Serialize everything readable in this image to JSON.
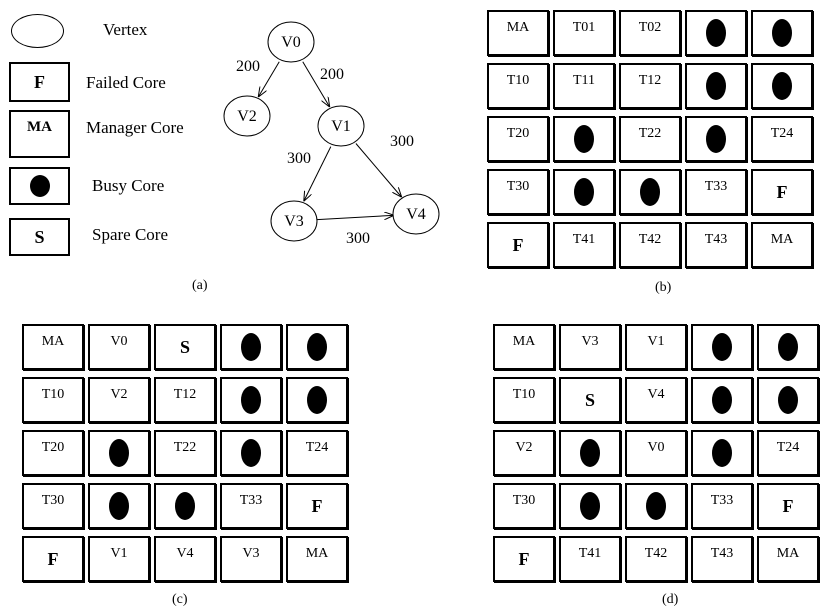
{
  "legend": [
    {
      "key": "vertex",
      "symbol": "",
      "label": "Vertex"
    },
    {
      "key": "failed",
      "symbol": "F",
      "label": "Failed Core"
    },
    {
      "key": "manager",
      "symbol": "MA",
      "label": "Manager Core"
    },
    {
      "key": "busy",
      "symbol": "",
      "label": "Busy Core"
    },
    {
      "key": "spare",
      "symbol": "S",
      "label": "Spare Core"
    }
  ],
  "graph": {
    "nodes": [
      {
        "id": "V0",
        "label": "V0"
      },
      {
        "id": "V2",
        "label": "V2"
      },
      {
        "id": "V1",
        "label": "V1"
      },
      {
        "id": "V3",
        "label": "V3"
      },
      {
        "id": "V4",
        "label": "V4"
      }
    ],
    "edges": [
      {
        "from": "V0",
        "to": "V2",
        "weight": "200"
      },
      {
        "from": "V0",
        "to": "V1",
        "weight": "200"
      },
      {
        "from": "V1",
        "to": "V3",
        "weight": "300"
      },
      {
        "from": "V1",
        "to": "V4",
        "weight": "300"
      },
      {
        "from": "V3",
        "to": "V4",
        "weight": "300"
      }
    ]
  },
  "captions": {
    "a": "(a)",
    "b": "(b)",
    "c": "(c)",
    "d": "(d)"
  },
  "grids": {
    "b": [
      [
        "MA",
        "T01",
        "T02",
        "@busy",
        "@busy"
      ],
      [
        "T10",
        "T11",
        "T12",
        "@busy",
        "@busy"
      ],
      [
        "T20",
        "@busy",
        "T22",
        "@busy",
        "T24"
      ],
      [
        "T30",
        "@busy",
        "@busy",
        "T33",
        "F"
      ],
      [
        "F",
        "T41",
        "T42",
        "T43",
        "MA"
      ]
    ],
    "c": [
      [
        "MA",
        "V0",
        "S",
        "@busy",
        "@busy"
      ],
      [
        "T10",
        "V2",
        "T12",
        "@busy",
        "@busy"
      ],
      [
        "T20",
        "@busy",
        "T22",
        "@busy",
        "T24"
      ],
      [
        "T30",
        "@busy",
        "@busy",
        "T33",
        "F"
      ],
      [
        "F",
        "V1",
        "V4",
        "V3",
        "MA"
      ]
    ],
    "d": [
      [
        "MA",
        "V3",
        "V1",
        "@busy",
        "@busy"
      ],
      [
        "T10",
        "S",
        "V4",
        "@busy",
        "@busy"
      ],
      [
        "V2",
        "@busy",
        "V0",
        "@busy",
        "T24"
      ],
      [
        "T30",
        "@busy",
        "@busy",
        "T33",
        "F"
      ],
      [
        "F",
        "T41",
        "T42",
        "T43",
        "MA"
      ]
    ]
  }
}
